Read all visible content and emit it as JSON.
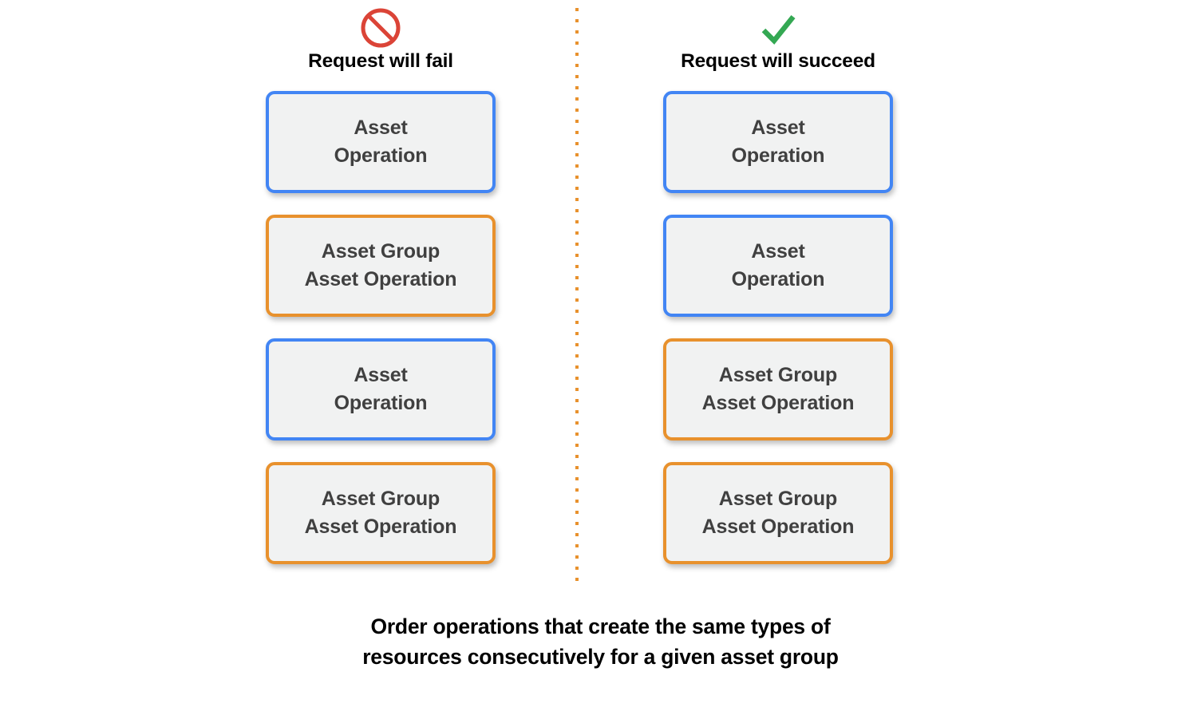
{
  "colors": {
    "blue": "#4285F4",
    "orange": "#E8912D",
    "card_fill": "#F1F2F2",
    "card_text": "#404040",
    "fail_red": "#DB4437",
    "success_green": "#34A853",
    "background": "#FFFFFF"
  },
  "columns": [
    {
      "id": "fail",
      "icon": "prohibition-icon",
      "icon_color": "#DB4437",
      "title": "Request will fail",
      "cards": [
        {
          "text": "Asset\nOperation",
          "type": "asset-operation",
          "accent": "blue"
        },
        {
          "text": "Asset Group\nAsset Operation",
          "type": "asset-group-asset-operation",
          "accent": "orange"
        },
        {
          "text": "Asset\nOperation",
          "type": "asset-operation",
          "accent": "blue"
        },
        {
          "text": "Asset Group\nAsset Operation",
          "type": "asset-group-asset-operation",
          "accent": "orange"
        }
      ]
    },
    {
      "id": "succeed",
      "icon": "checkmark-icon",
      "icon_color": "#34A853",
      "title": "Request will succeed",
      "cards": [
        {
          "text": "Asset\nOperation",
          "type": "asset-operation",
          "accent": "blue"
        },
        {
          "text": "Asset\nOperation",
          "type": "asset-operation",
          "accent": "blue"
        },
        {
          "text": "Asset Group\nAsset Operation",
          "type": "asset-group-asset-operation",
          "accent": "orange"
        },
        {
          "text": "Asset Group\nAsset Operation",
          "type": "asset-group-asset-operation",
          "accent": "orange"
        }
      ]
    }
  ],
  "caption": "Order operations that create the same types of\nresources consecutively for a given asset group"
}
